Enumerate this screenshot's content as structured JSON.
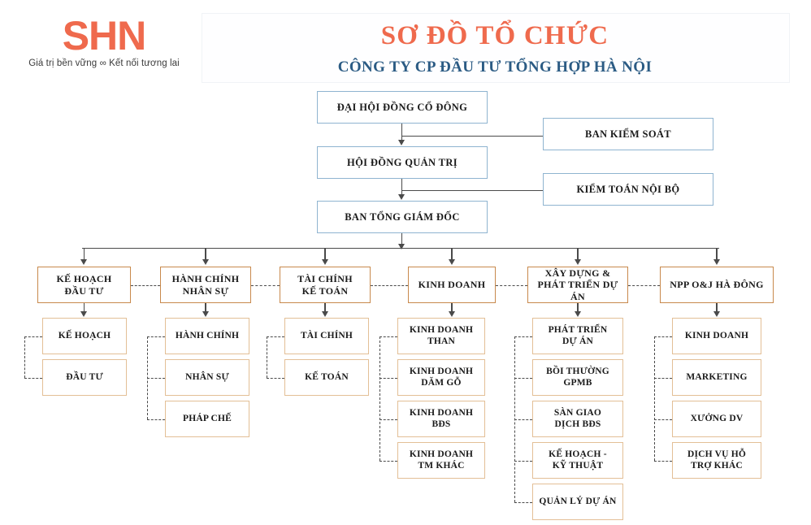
{
  "header": {
    "logo_text": "SHN",
    "logo_tagline": "Giá trị bền vững ∞ Kết nối tương lai",
    "title": "SƠ ĐỒ TỔ CHỨC",
    "subtitle": "CÔNG TY CP ĐẦU TƯ TỔNG HỢP HÀ NỘI",
    "title_color": "#ef6a4d",
    "subtitle_color": "#2b5b84",
    "logo_color": "#ef6a4d"
  },
  "colors": {
    "blue_border": "#8fb4d0",
    "dept_border": "#c8894c",
    "sub_border": "#e3bf96",
    "connector": "#4a4a4a",
    "background": "#ffffff"
  },
  "governance": {
    "chain": [
      {
        "label": "ĐẠI HỘI ĐỒNG CỔ ĐÔNG"
      },
      {
        "label": "HỘI ĐỒNG QUẢN TRỊ"
      },
      {
        "label": "BAN TỔNG GIÁM ĐỐC"
      }
    ],
    "advisory": [
      {
        "label": "BAN KIỂM SOÁT"
      },
      {
        "label": "KIỂM TOÁN NỘI BỘ"
      }
    ]
  },
  "departments": [
    {
      "label": "KẾ HOẠCH\nĐẦU TƯ",
      "line1": "KẾ HOẠCH",
      "line2": "ĐẦU TƯ",
      "children": [
        {
          "line1": "KẾ HOẠCH",
          "line2": ""
        },
        {
          "line1": "ĐẦU TƯ",
          "line2": ""
        }
      ]
    },
    {
      "label": "HÀNH CHÍNH\nNHÂN SỰ",
      "line1": "HÀNH CHÍNH",
      "line2": "NHÂN SỰ",
      "children": [
        {
          "line1": "HÀNH CHÍNH",
          "line2": ""
        },
        {
          "line1": "NHÂN SỰ",
          "line2": ""
        },
        {
          "line1": "PHÁP CHẾ",
          "line2": ""
        }
      ]
    },
    {
      "label": "TÀI CHÍNH\nKẾ TOÁN",
      "line1": "TÀI CHÍNH",
      "line2": "KẾ TOÁN",
      "children": [
        {
          "line1": "TÀI CHÍNH",
          "line2": ""
        },
        {
          "line1": "KẾ TOÁN",
          "line2": ""
        }
      ]
    },
    {
      "label": "KINH DOANH",
      "line1": "KINH DOANH",
      "line2": "",
      "children": [
        {
          "line1": "KINH DOANH",
          "line2": "THAN"
        },
        {
          "line1": "KINH DOANH",
          "line2": "DĂM GỖ"
        },
        {
          "line1": "KINH DOANH",
          "line2": "BĐS"
        },
        {
          "line1": "KINH DOANH",
          "line2": "TM KHÁC"
        }
      ]
    },
    {
      "label": "XÂY DỰNG &\nPHÁT TRIỂN DỰ ÁN",
      "line1": "XÂY DỰNG &",
      "line2": "PHÁT TRIỂN DỰ ÁN",
      "children": [
        {
          "line1": "PHÁT TRIỂN",
          "line2": "DỰ ÁN"
        },
        {
          "line1": "BỒI THƯỜNG",
          "line2": "GPMB"
        },
        {
          "line1": "SÀN GIAO",
          "line2": "DỊCH BĐS"
        },
        {
          "line1": "KẾ HOẠCH -",
          "line2": "KỸ THUẬT"
        },
        {
          "line1": "QUẢN LÝ DỰ ÁN",
          "line2": ""
        }
      ]
    },
    {
      "label": "NPP O&J HÀ ĐÔNG",
      "line1": "NPP O&J HÀ ĐÔNG",
      "line2": "",
      "children": [
        {
          "line1": "KINH DOANH",
          "line2": ""
        },
        {
          "line1": "MARKETING",
          "line2": ""
        },
        {
          "line1": "XƯỞNG DV",
          "line2": ""
        },
        {
          "line1": "DỊCH VỤ HỖ",
          "line2": "TRỢ KHÁC"
        }
      ]
    }
  ]
}
